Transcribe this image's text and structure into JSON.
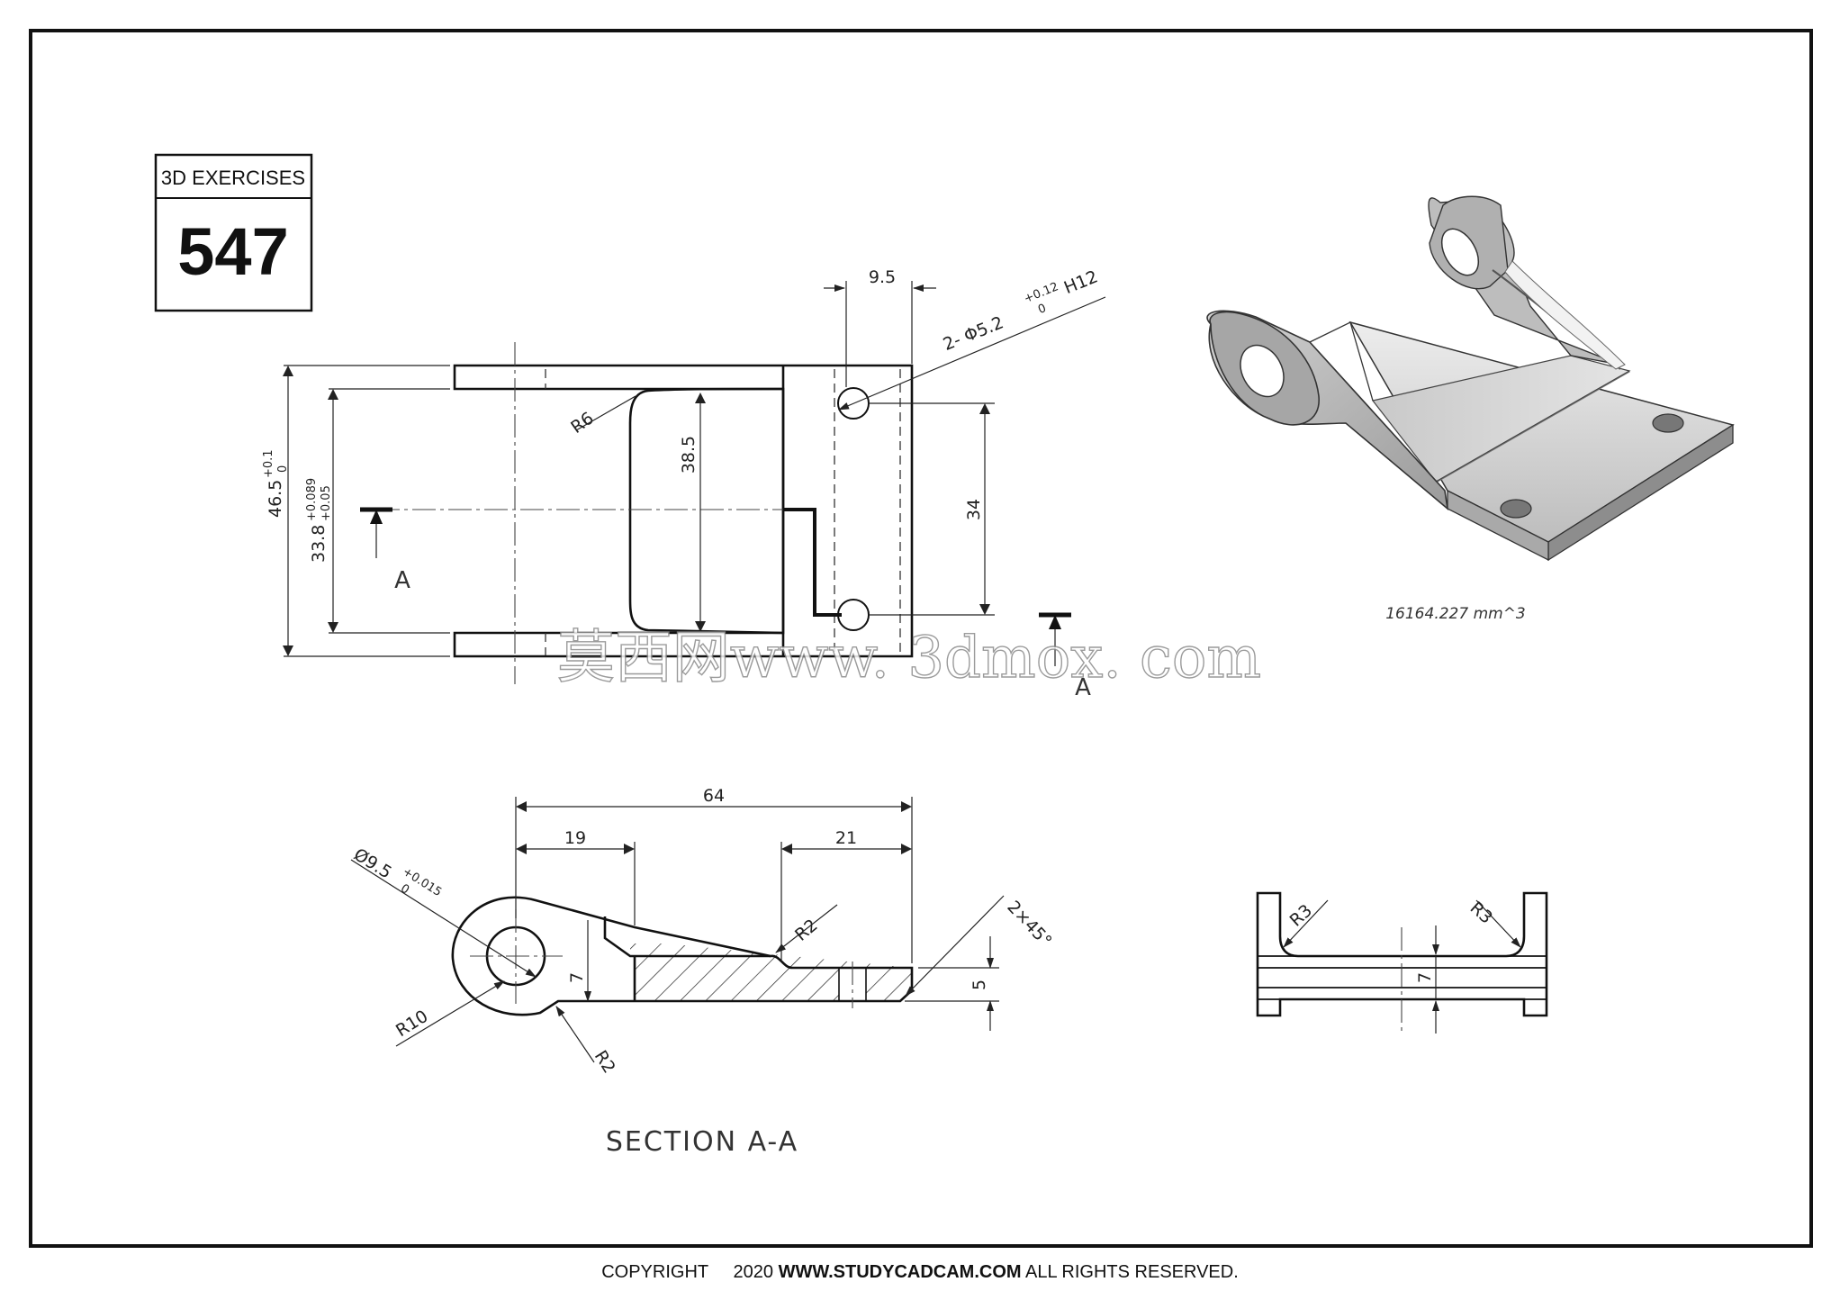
{
  "title_block": {
    "caption": "3D EXERCISES",
    "number": "547"
  },
  "top_view": {
    "dims": {
      "d9_5": "9.5",
      "hole_note": "2- Φ5.2",
      "hole_tol_upper": "+0.12",
      "hole_tol_lower": "0",
      "hole_fit": "H12",
      "r6": "R6",
      "d38_5": "38.5",
      "d46_5": "46.5",
      "d46_5_tol_upper": "+0.1",
      "d46_5_tol_lower": "0",
      "d33_8": "33.8",
      "d33_8_tol_upper": "+0.089",
      "d33_8_tol_lower": "+0.05",
      "d34": "34"
    },
    "section_label_left": "A",
    "section_label_right": "A"
  },
  "iso_view": {
    "volume": "16164.227 mm^3"
  },
  "section_view": {
    "title": "SECTION A-A",
    "dims": {
      "d64": "64",
      "d19": "19",
      "d21": "21",
      "dia": "Ø9.5",
      "dia_tol_upper": "+0.015",
      "dia_tol_lower": "0",
      "r2_top": "R2",
      "r2_bottom": "R2",
      "r10": "R10",
      "d7": "7",
      "d5": "5",
      "chamfer": "2×45°"
    }
  },
  "end_view": {
    "dims": {
      "r3_left": "R3",
      "r3_right": "R3",
      "d7": "7"
    }
  },
  "watermark": "莫西网www. 3dmox. com",
  "copyright": {
    "prefix": "COPYRIGHT     2020",
    "site": "WWW.STUDYCADCAM.COM",
    "suffix": "ALL RIGHTS RESERVED."
  }
}
